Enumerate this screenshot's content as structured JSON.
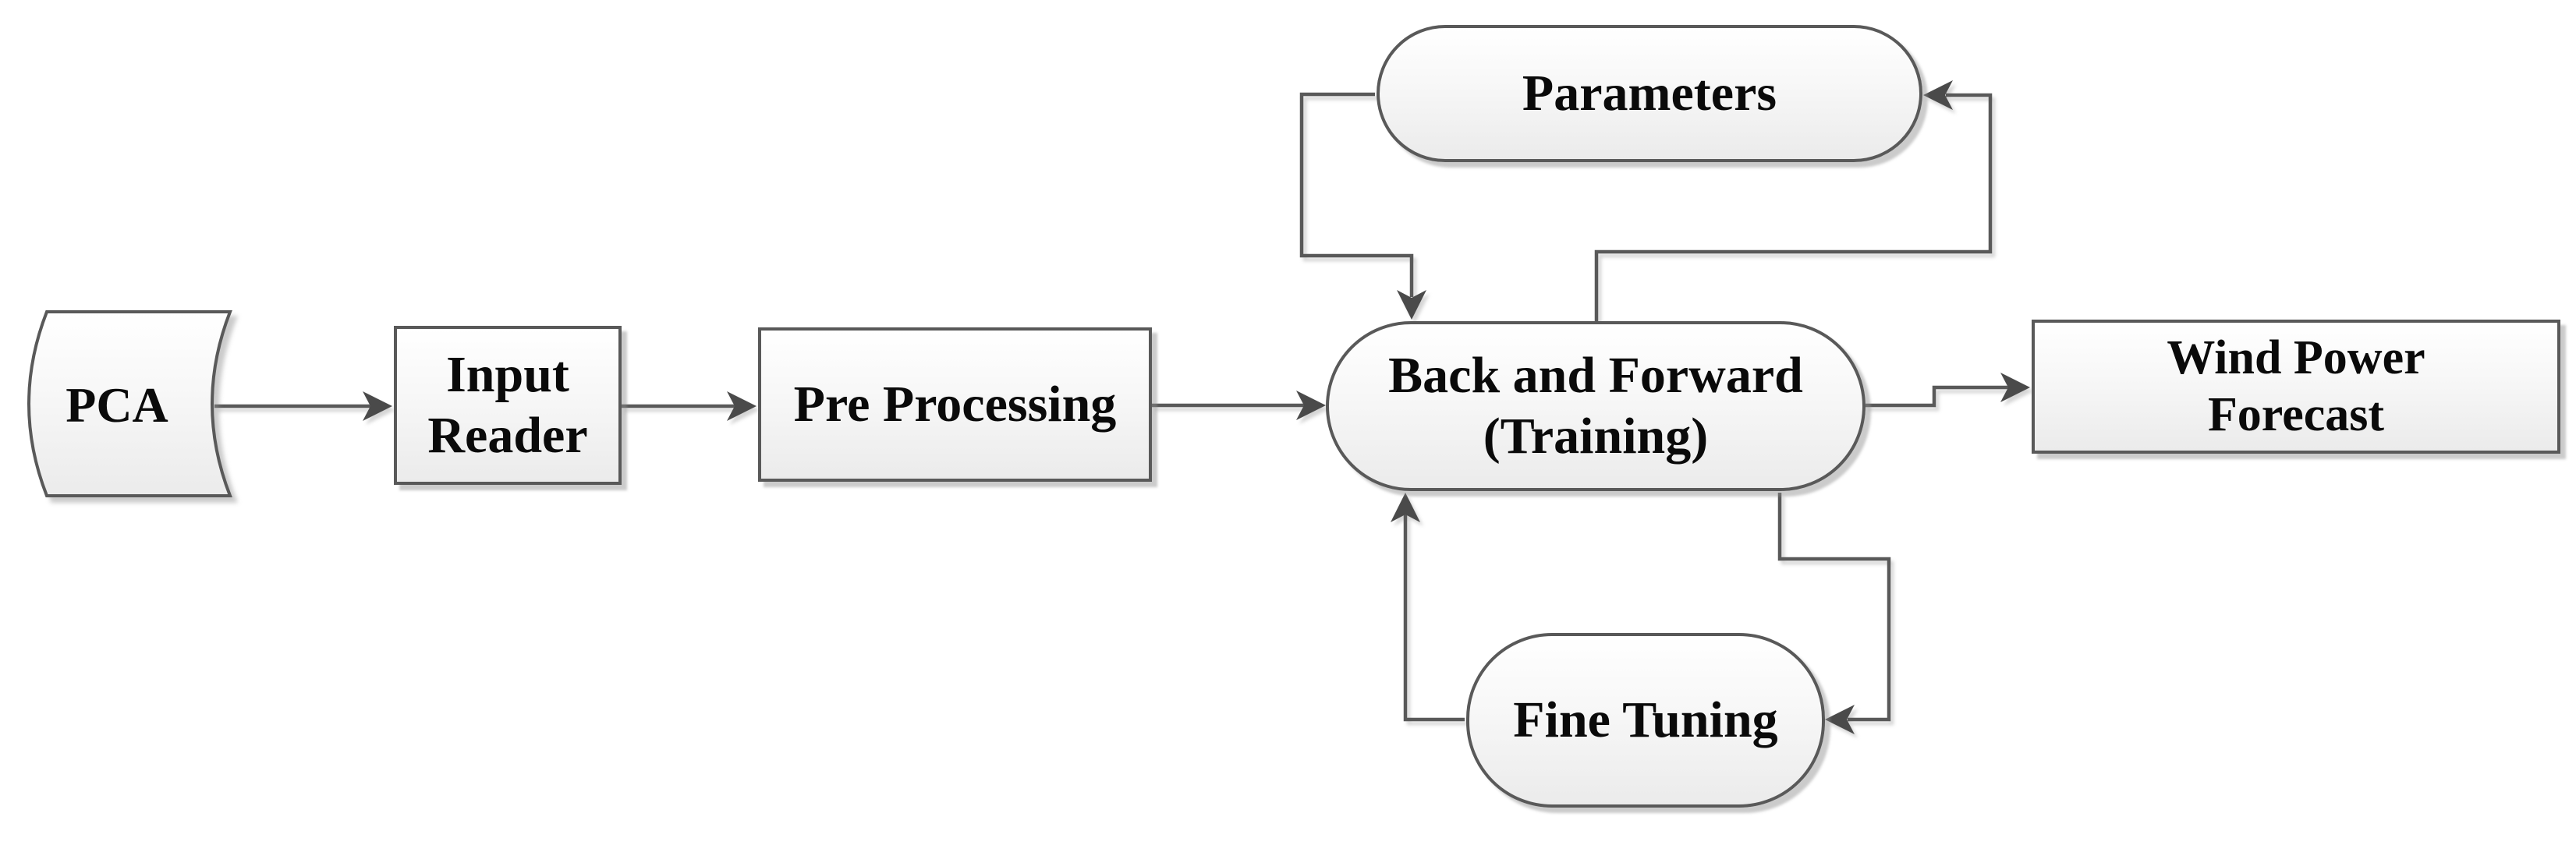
{
  "diagram": {
    "type": "flowchart",
    "colors": {
      "stroke": "#595959",
      "arrowhead": "#4a4a4a",
      "text": "#0a0a0a",
      "fill_top": "#ffffff",
      "fill_bottom": "#ebebeb"
    },
    "nodes": {
      "pca": {
        "label": "PCA",
        "shape": "stored-data"
      },
      "input_reader": {
        "label": "Input\nReader",
        "shape": "rectangle"
      },
      "pre_processing": {
        "label": "Pre Processing",
        "shape": "rectangle"
      },
      "training": {
        "label": "Back and Forward\n(Training)",
        "shape": "stadium"
      },
      "wind_power_forecast": {
        "label": "Wind Power\nForecast",
        "shape": "rectangle"
      },
      "parameters": {
        "label": "Parameters",
        "shape": "stadium"
      },
      "fine_tuning": {
        "label": "Fine Tuning",
        "shape": "stadium"
      }
    },
    "edges": [
      {
        "from": "pca",
        "to": "input_reader"
      },
      {
        "from": "input_reader",
        "to": "pre_processing"
      },
      {
        "from": "pre_processing",
        "to": "training"
      },
      {
        "from": "training",
        "to": "wind_power_forecast"
      },
      {
        "from": "training",
        "to": "parameters"
      },
      {
        "from": "parameters",
        "to": "training"
      },
      {
        "from": "training",
        "to": "fine_tuning"
      },
      {
        "from": "fine_tuning",
        "to": "training"
      }
    ]
  }
}
